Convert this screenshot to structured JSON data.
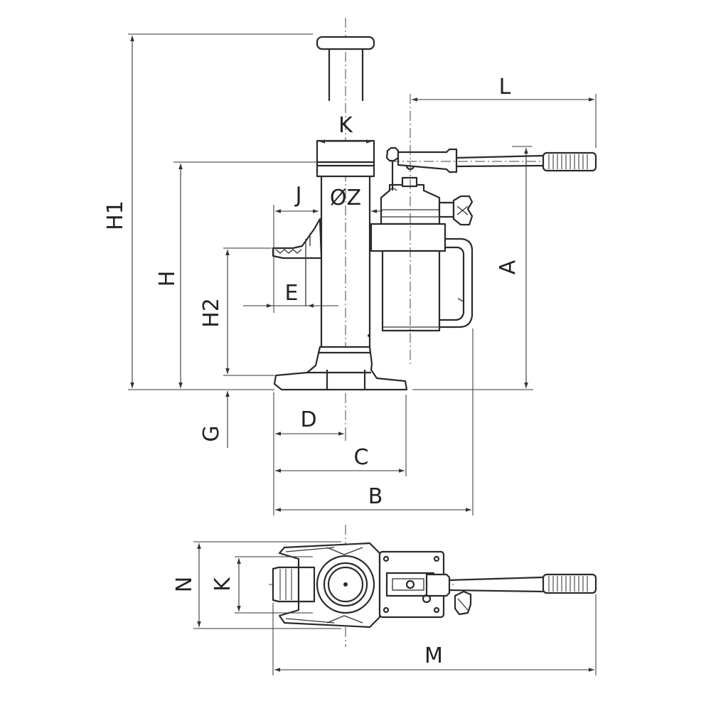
{
  "diagram": {
    "labels": {
      "H1": "H1",
      "H": "H",
      "H2": "H2",
      "G": "G",
      "K": "K",
      "OZ": "ØZ",
      "J": "J",
      "E": "E",
      "L": "L",
      "A": "A",
      "D": "D",
      "C": "C",
      "B": "B",
      "N": "N",
      "K2": "K",
      "M": "M"
    }
  }
}
